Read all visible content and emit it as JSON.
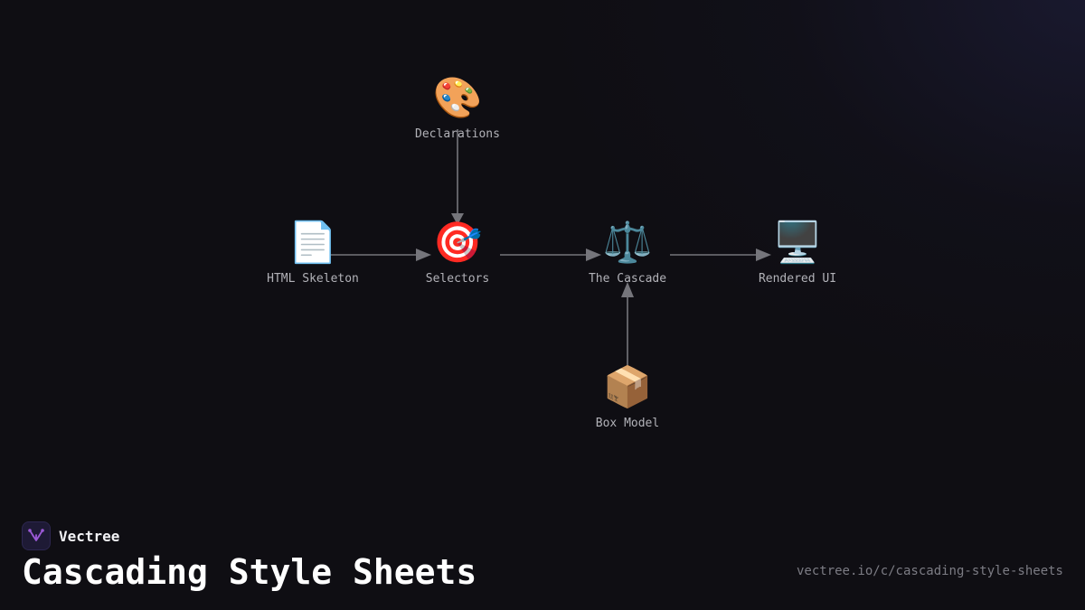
{
  "diagram": {
    "nodes": [
      {
        "id": "declarations",
        "icon": "🎨",
        "icon_name": "palette-icon",
        "label": "Declarations"
      },
      {
        "id": "html",
        "icon": "📄",
        "icon_name": "document-icon",
        "label": "HTML Skeleton"
      },
      {
        "id": "selectors",
        "icon": "🎯",
        "icon_name": "target-icon",
        "label": "Selectors"
      },
      {
        "id": "cascade",
        "icon": "⚖️",
        "icon_name": "scales-icon",
        "label": "The Cascade"
      },
      {
        "id": "rendered",
        "icon": "🖥️",
        "icon_name": "monitor-icon",
        "label": "Rendered UI"
      },
      {
        "id": "boxmodel",
        "icon": "📦",
        "icon_name": "package-icon",
        "label": "Box Model"
      }
    ],
    "edges": [
      {
        "from": "declarations",
        "to": "selectors"
      },
      {
        "from": "html",
        "to": "selectors"
      },
      {
        "from": "selectors",
        "to": "cascade"
      },
      {
        "from": "cascade",
        "to": "rendered"
      },
      {
        "from": "boxmodel",
        "to": "cascade"
      }
    ]
  },
  "brand": {
    "name": "Vectree",
    "logo_color": "#9b59d6"
  },
  "title": "Cascading Style Sheets",
  "url": "vectree.io/c/cascading-style-sheets"
}
